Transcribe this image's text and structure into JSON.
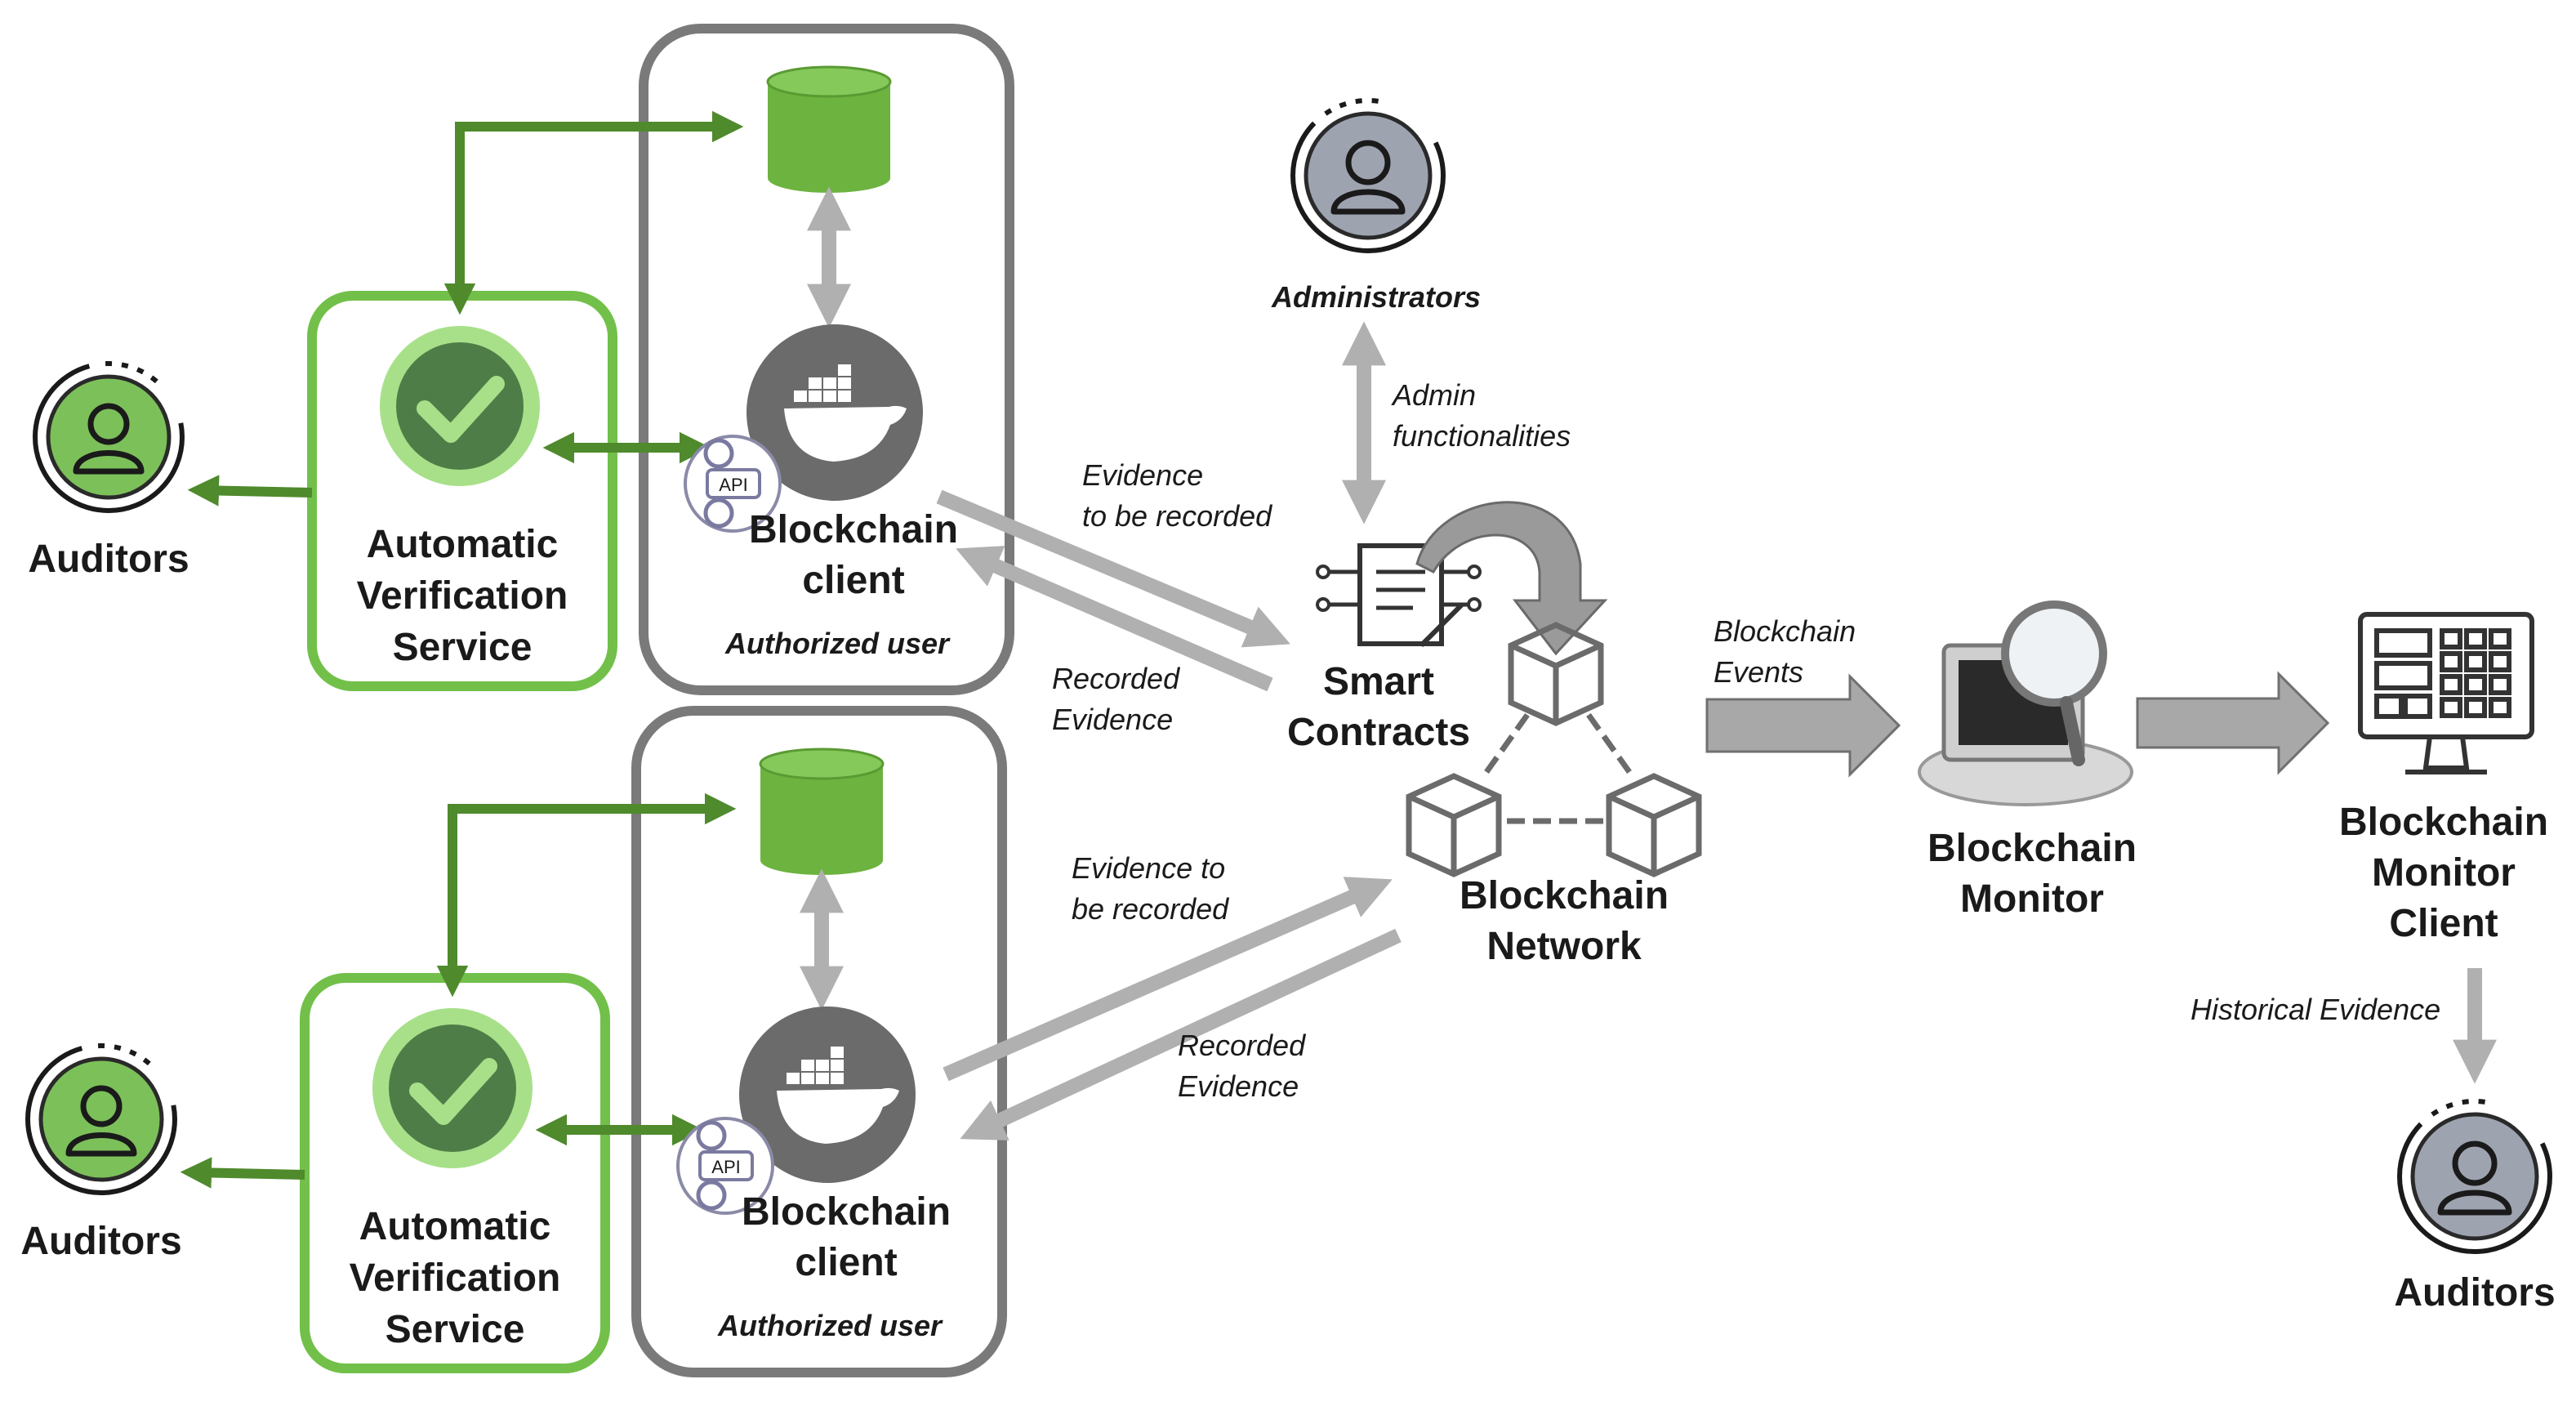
{
  "colors": {
    "green_dark": "#4f8a2c",
    "green_light": "#72c04a",
    "green_fill": "#6db33f",
    "gray_frame": "#7a7a7a",
    "gray_arrow": "#b0b0b0",
    "gray_icon": "#6b6b6b"
  },
  "clients": [
    {
      "auditors_label": "Auditors",
      "service_label_1": "Automatic",
      "service_label_2": "Verification",
      "service_label_3": "Service",
      "client_label_1": "Blockchain",
      "client_label_2": "client",
      "role_label": "Authorized user",
      "api_label": "API",
      "evidence_out_1": "Evidence",
      "evidence_out_2": "to be recorded",
      "evidence_in_1": "Recorded",
      "evidence_in_2": "Evidence"
    },
    {
      "auditors_label": "Auditors",
      "service_label_1": "Automatic",
      "service_label_2": "Verification",
      "service_label_3": "Service",
      "client_label_1": "Blockchain",
      "client_label_2": "client",
      "role_label": "Authorized user",
      "api_label": "API",
      "evidence_out_1": "Evidence to",
      "evidence_out_2": "be recorded",
      "evidence_in_1": "Recorded",
      "evidence_in_2": "Evidence"
    }
  ],
  "admin": {
    "label": "Administrators",
    "func_1": "Admin",
    "func_2": "functionalities"
  },
  "smart_contracts": {
    "label_1": "Smart",
    "label_2": "Contracts"
  },
  "network": {
    "label_1": "Blockchain",
    "label_2": "Network"
  },
  "events": {
    "label_1": "Blockchain",
    "label_2": "Events"
  },
  "monitor": {
    "label_1": "Blockchain",
    "label_2": "Monitor"
  },
  "monitor_client": {
    "label_1": "Blockchain",
    "label_2": "Monitor",
    "label_3": "Client"
  },
  "history": {
    "label": "Historical Evidence",
    "auditors_label": "Auditors"
  },
  "icons": [
    "user-icon",
    "database-icon",
    "checkmark-icon",
    "docker-whale-icon",
    "api-gear-icon",
    "smart-contract-icon",
    "blockchain-network-icon",
    "magnifier-monitor-icon",
    "dashboard-monitor-icon"
  ]
}
